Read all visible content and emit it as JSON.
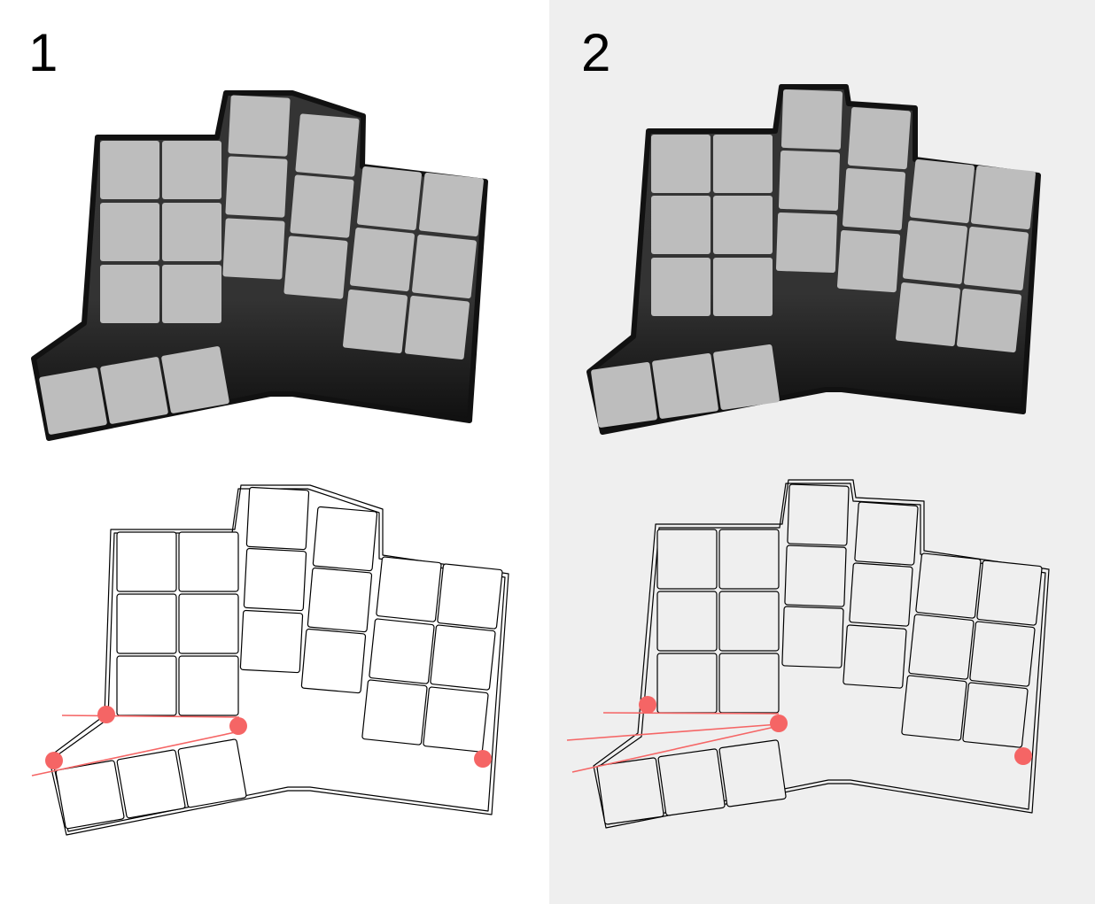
{
  "panels": [
    {
      "label": "1",
      "variant": "original"
    },
    {
      "label": "2",
      "variant": "modified"
    }
  ],
  "colors": {
    "case_top": "#3a3a3a",
    "case_bottom": "#0d0d0d",
    "key_fill": "#bdbdbd",
    "outline": "#000000",
    "marker": "#f56565",
    "panel2_background": "#efefef"
  }
}
